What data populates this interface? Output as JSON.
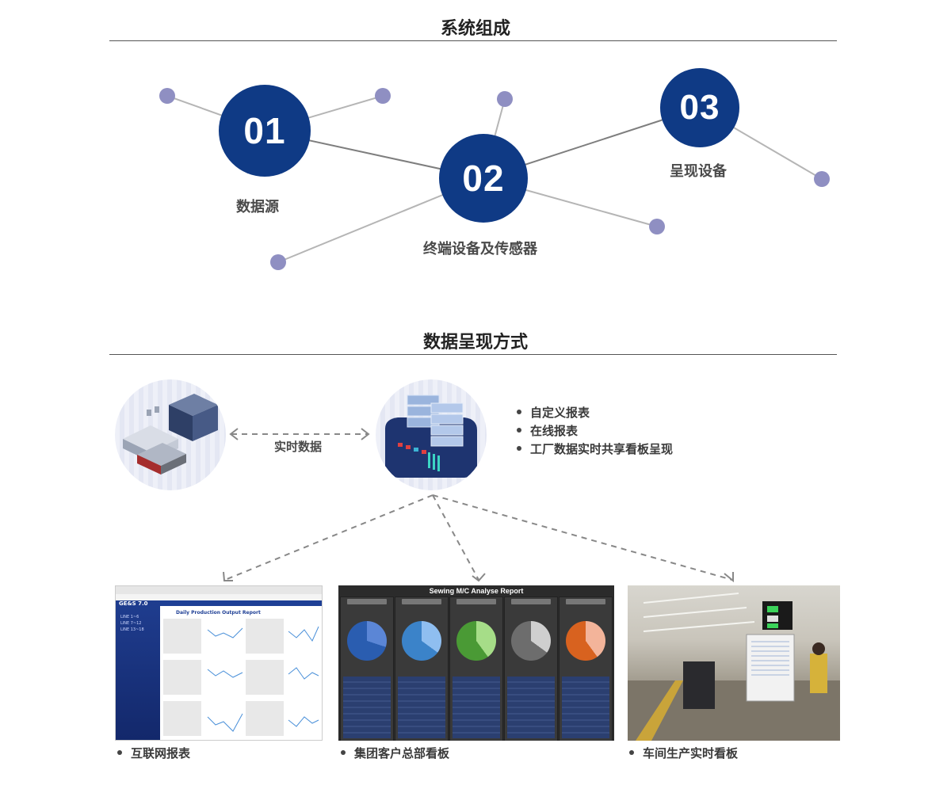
{
  "section1": {
    "title": "系统组成"
  },
  "nodes": [
    {
      "number": "01",
      "label": "数据源"
    },
    {
      "number": "02",
      "label": "终端设备及传感器"
    },
    {
      "number": "03",
      "label": "呈现设备"
    }
  ],
  "section2": {
    "title": "数据呈现方式"
  },
  "flow": {
    "arrow_label": "实时数据"
  },
  "features": [
    "自定义报表",
    "在线报表",
    "工厂数据实时共享看板呈现"
  ],
  "outputs": [
    {
      "caption": "互联网报表"
    },
    {
      "caption": "集团客户总部看板"
    },
    {
      "caption": "车间生产实时看板"
    }
  ],
  "web_report": {
    "logo": "GE&S 7.0",
    "report_title": "Daily Production Output Report",
    "side_items": [
      "LINE 1~6",
      "LINE 7~12",
      "LINE 13~18"
    ]
  },
  "dashboard": {
    "title": "Sewing M/C Analyse Report",
    "pie_colors": [
      "#2a5db0",
      "#3b83c9",
      "#4a9a35",
      "#6d6d6d",
      "#d8621f"
    ]
  },
  "colors": {
    "node_fill": "#0f3a85",
    "satellite_fill": "#8f8fc2",
    "connector": "#9a9a9a"
  }
}
